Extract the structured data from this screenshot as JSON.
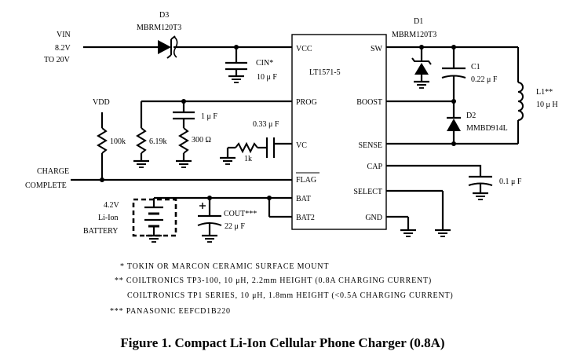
{
  "figure": {
    "caption": "Figure 1. Compact Li-Ion Cellular Phone Charger (0.8A)",
    "ic_name": "LT1571-5"
  },
  "pins": {
    "vcc": "VCC",
    "prog": "PROG",
    "vc": "VC",
    "flag": "FLAG",
    "bat": "BAT",
    "bat2": "BAT2",
    "sw": "SW",
    "boost": "BOOST",
    "sense": "SENSE",
    "cap": "CAP",
    "select": "SELECT",
    "gnd": "GND"
  },
  "labels": {
    "vin": "VIN",
    "vin_range_1": "8.2V",
    "vin_range_2": "TO 20V",
    "vdd": "VDD",
    "charge": "CHARGE",
    "complete": "COMPLETE",
    "batt_1": "4.2V",
    "batt_2": "Li-Ion",
    "batt_3": "BATTERY"
  },
  "components": {
    "d3_name": "D3",
    "d3_part": "MBRM120T3",
    "d1_name": "D1",
    "d1_part": "MBRM120T3",
    "cin_name": "CIN*",
    "cin_val": "10 μ F",
    "c1_name": "C1",
    "c1_val": "0.22  μ F",
    "d2_name": "D2",
    "d2_part": "MMBD914L",
    "l1_name": "L1**",
    "l1_val": "10  μ H",
    "r100k": "100k",
    "r619k": "6.19k",
    "r300": "300   Ω",
    "c_prog": "1 μ F",
    "c_vc": "0.33   μ F",
    "r1k": "1k",
    "c_cap": "0.1  μ F",
    "cout_name": "COUT***",
    "cout_val": "22  μ F"
  },
  "notes": {
    "n1": "* TOKIN OR MARCON CERAMIC SURFACE MOUNT",
    "n2": "** COILTRONICS TP3-100, 10 μH, 2.2mm HEIGHT (0.8A CHARGING CURRENT)",
    "n3": "COILTRONICS TP1 SERIES, 10 μH, 1.8mm HEIGHT (<0.5A CHARGING CURRENT)",
    "n4": "*** PANASONIC EEFCD1B220"
  }
}
